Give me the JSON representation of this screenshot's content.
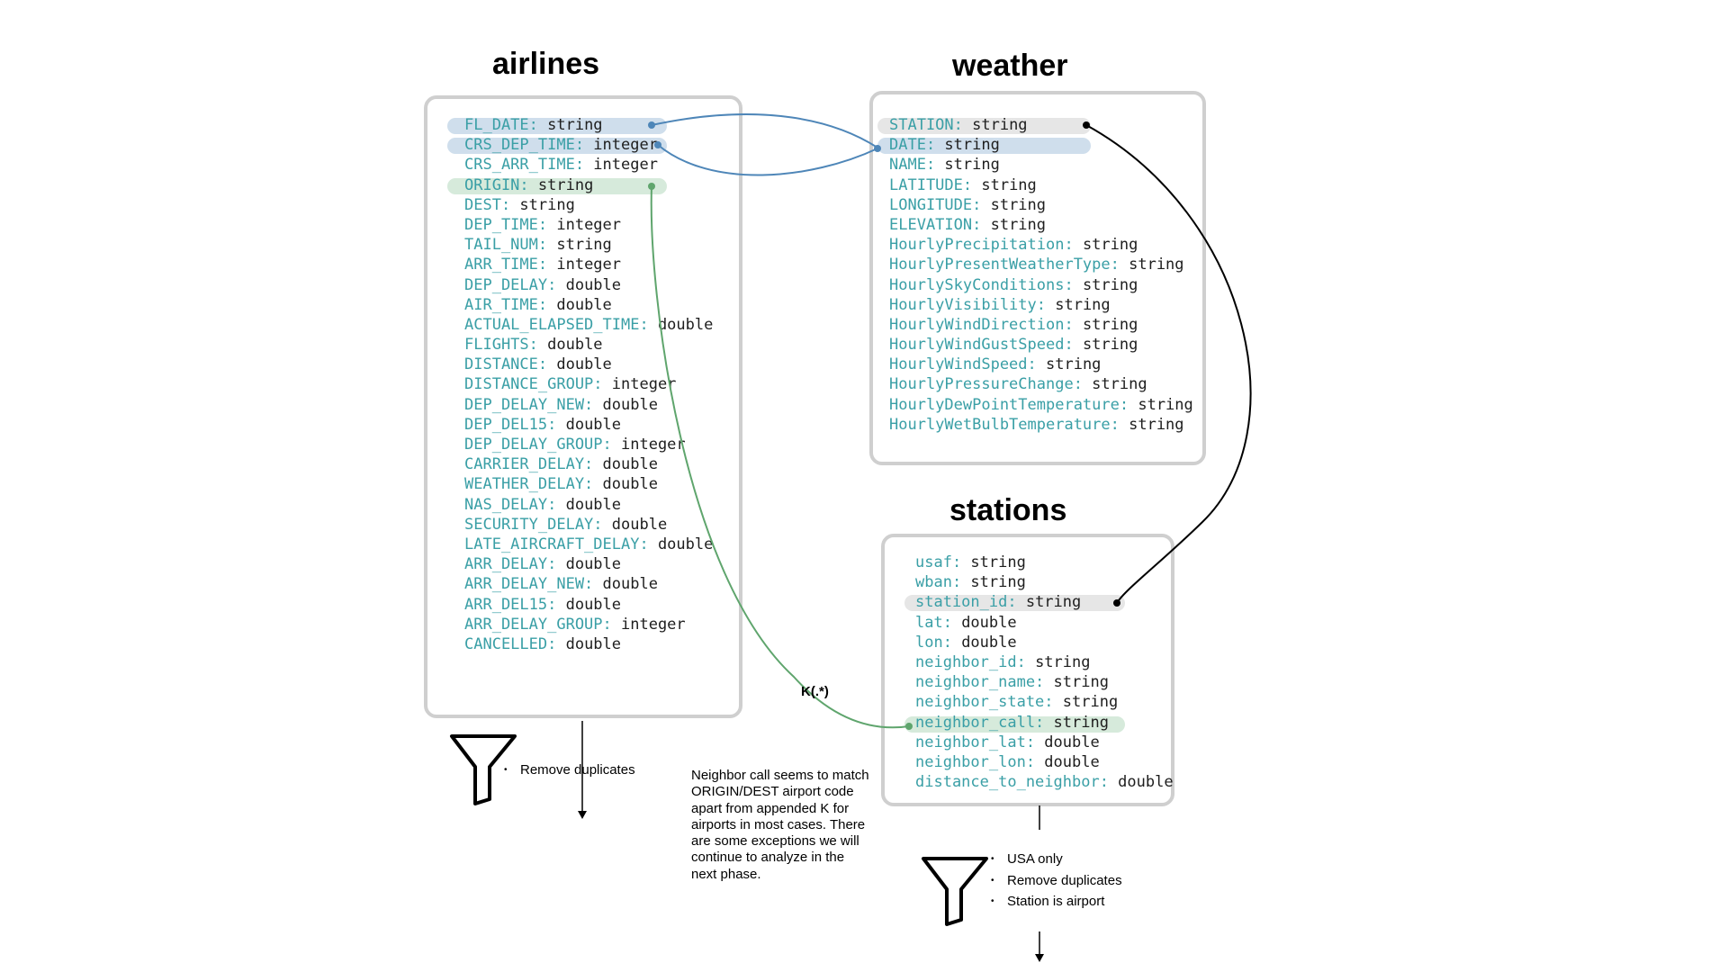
{
  "tables": {
    "airlines": {
      "title": "airlines",
      "fields": [
        {
          "name": "FL_DATE:",
          "type": "string"
        },
        {
          "name": "CRS_DEP_TIME:",
          "type": "integer"
        },
        {
          "name": "CRS_ARR_TIME:",
          "type": "integer"
        },
        {
          "name": "ORIGIN:",
          "type": "string"
        },
        {
          "name": "DEST:",
          "type": "string"
        },
        {
          "name": "DEP_TIME:",
          "type": "integer"
        },
        {
          "name": "TAIL_NUM:",
          "type": "string"
        },
        {
          "name": "ARR_TIME:",
          "type": "integer"
        },
        {
          "name": "DEP_DELAY:",
          "type": "double"
        },
        {
          "name": "AIR_TIME:",
          "type": "double"
        },
        {
          "name": "ACTUAL_ELAPSED_TIME:",
          "type": "double"
        },
        {
          "name": "FLIGHTS:",
          "type": "double"
        },
        {
          "name": "DISTANCE:",
          "type": "double"
        },
        {
          "name": "DISTANCE_GROUP:",
          "type": "integer"
        },
        {
          "name": "DEP_DELAY_NEW:",
          "type": "double"
        },
        {
          "name": "DEP_DEL15:",
          "type": "double"
        },
        {
          "name": "DEP_DELAY_GROUP:",
          "type": "integer"
        },
        {
          "name": "CARRIER_DELAY:",
          "type": "double"
        },
        {
          "name": "WEATHER_DELAY:",
          "type": "double"
        },
        {
          "name": "NAS_DELAY:",
          "type": "double"
        },
        {
          "name": "SECURITY_DELAY:",
          "type": "double"
        },
        {
          "name": "LATE_AIRCRAFT_DELAY:",
          "type": "double"
        },
        {
          "name": "ARR_DELAY:",
          "type": "double"
        },
        {
          "name": "ARR_DELAY_NEW:",
          "type": "double"
        },
        {
          "name": "ARR_DEL15:",
          "type": "double"
        },
        {
          "name": "ARR_DELAY_GROUP:",
          "type": "integer"
        },
        {
          "name": "CANCELLED:",
          "type": "double"
        }
      ]
    },
    "weather": {
      "title": "weather",
      "fields": [
        {
          "name": "STATION:",
          "type": "string"
        },
        {
          "name": "DATE:",
          "type": "string"
        },
        {
          "name": "NAME:",
          "type": "string"
        },
        {
          "name": "LATITUDE:",
          "type": "string"
        },
        {
          "name": "LONGITUDE:",
          "type": "string"
        },
        {
          "name": "ELEVATION:",
          "type": "string"
        },
        {
          "name": "HourlyPrecipitation:",
          "type": "string"
        },
        {
          "name": "HourlyPresentWeatherType:",
          "type": "string"
        },
        {
          "name": "HourlySkyConditions:",
          "type": "string"
        },
        {
          "name": "HourlyVisibility:",
          "type": "string"
        },
        {
          "name": "HourlyWindDirection:",
          "type": "string"
        },
        {
          "name": "HourlyWindGustSpeed:",
          "type": "string"
        },
        {
          "name": "HourlyWindSpeed:",
          "type": "string"
        },
        {
          "name": "HourlyPressureChange:",
          "type": "string"
        },
        {
          "name": "HourlyDewPointTemperature:",
          "type": "string"
        },
        {
          "name": "HourlyWetBulbTemperature:",
          "type": "string"
        }
      ]
    },
    "stations": {
      "title": "stations",
      "fields": [
        {
          "name": "usaf:",
          "type": "string"
        },
        {
          "name": "wban:",
          "type": "string"
        },
        {
          "name": "station_id:",
          "type": "string"
        },
        {
          "name": "lat:",
          "type": "double"
        },
        {
          "name": "lon:",
          "type": "double"
        },
        {
          "name": "neighbor_id:",
          "type": "string"
        },
        {
          "name": "neighbor_name:",
          "type": "string"
        },
        {
          "name": "neighbor_state:",
          "type": "string"
        },
        {
          "name": "neighbor_call:",
          "type": "string"
        },
        {
          "name": "neighbor_lat:",
          "type": "double"
        },
        {
          "name": "neighbor_lon:",
          "type": "double"
        },
        {
          "name": "distance_to_neighbor:",
          "type": "double"
        }
      ]
    }
  },
  "filters": {
    "airlines": [
      "Remove duplicates"
    ],
    "stations": [
      "USA only",
      "Remove duplicates",
      "Station is airport"
    ]
  },
  "join_label": "K(.*)",
  "note": "Neighbor call seems to match ORIGIN/DEST airport code apart from appended K for airports in most cases. There are some exceptions we will continue to analyze in the next phase.",
  "colors": {
    "field_name": "#3a9fa6",
    "join_blue": "#4e86b8",
    "join_green": "#5fa56d",
    "join_black": "#000000",
    "box_border": "#cfcfcf"
  }
}
